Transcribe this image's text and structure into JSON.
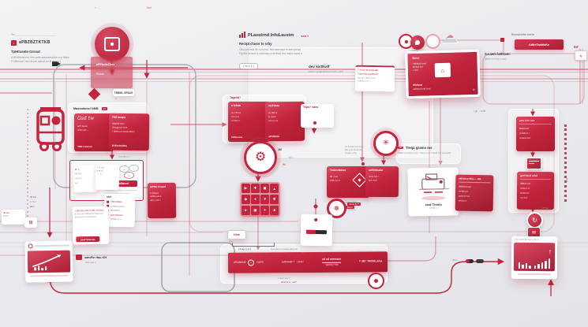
{
  "palette": {
    "red": "#c2253d",
    "deep_red": "#a81d33",
    "pink": "#f0c9d0",
    "ink": "#33363c",
    "gray": "#8d939c"
  },
  "top_ticks": {
    "t1": "tv —",
    "t2": "tfad"
  },
  "top_left": {
    "overline": "Wa________ ______ _____ ______",
    "brand": "aPBZBZTKTKB",
    "subtitle": "TpHtraseto  Grosat",
    "body1": "A BRAthdal rha rhrs aats aastoaestdva nvp tfdsw",
    "body2": "FOBtshna? tas tfa tsb aalsat rrv th asaov t"
  },
  "top_center": {
    "title": "PLasotrnd  InfoLaustm",
    "tag": "seo t",
    "subtitle": "Rectpt d'asor ts srby",
    "line1": "Glka juoctaal tsh sarrvpst. ldts aasbaspt ts tsda jurtad",
    "line2": "FypMd tvrtsad ty aalsbasp pstedrtad tsvt tssda aapst o",
    "version": "( W  4.2 )"
  },
  "top_right": {
    "overline": "Besskfafw wrrm",
    "button": "AdbeTaablaKe",
    "side_title": "S.Laem latKtam:",
    "side_sub": "(Berrt tvf frpe rvsa)",
    "corner": "BfF",
    "corner_chip": "fg"
  },
  "crossline": {
    "title": "dev kistlkaff",
    "sub": "vmds t pagrrstfassvd srtf c wrtd"
  },
  "note_card": {
    "l1": "+ Acdrr atssddpatfa",
    "l2": "Frspmsa paefafssft",
    "l3": "aasrp t dfdsr tvtd",
    "l4": "Fdfdtv t tv t"
  },
  "circles_row": {
    "label": "UKLE"
  },
  "red_panel": {
    "t1": "Bmct",
    "l1": "t Bfdtvd tvsrd",
    "l2": "afetvd tvd",
    "l3": "c tfvd",
    "b1": "Bfdtvsd",
    "b2": "aBfdtvd tvfd tvsd",
    "corner": "B"
  },
  "translucent_panel": {
    "l1": "aPPtrefeChes",
    "l2": "Rense",
    "tag": "TRWKL SPACE",
    "tag_sub": "a"
  },
  "left_block": {
    "header": "Mastodamcl  NMB",
    "chip": "fvf",
    "card1_script": "Gsd tw",
    "card1_l1": "ad? tvrad",
    "card1_l2": "4cfM  abr –",
    "card1_footer": "YBN Livtmah",
    "card2_title": "FtM tmaps",
    "card2_l1": "Madrid tra t",
    "card2_l2": "Gbagcrvd tvvb",
    "card2_l3": "TdBtfscrd tddatvdfatp",
    "card2_footer": "M Brickwdwq"
  },
  "center_cards": {
    "tag": "Tageitd /",
    "c1_title": "a fcfcta",
    "c1_l1": "as t Brvd",
    "c1_l2": "ti ts tvd",
    "c1_l3": "tvvfafs tt",
    "c1_footer": "fvPatsvna",
    "c2_title": "varFdsta",
    "c2_l1": "ac tfdt tv",
    "c2_l2": "ts tvdsf",
    "c2_l3": "aetvvs td",
    "c2_footer": "aPtrftfdtd"
  },
  "teps_card": {
    "title": "Teps? bara"
  },
  "builder": {
    "label": "tvsetjevo /",
    "button": "Weadilacod",
    "pill1": "a",
    "pill2": "t",
    "pill3": "c"
  },
  "list_card": {
    "header": "tdat",
    "r1": "Tfdtvctfdsta",
    "r2": "afsFdtscvstd tc",
    "r3": "tfdsMfdtd —",
    "r4": "aeFrctfsd tet",
    "r5": "cFtfdtsvd t"
  },
  "text_card": {
    "l1": "t atdsvbd tvtfd t prtfd t tdt tfvd",
    "l2": "tv tats tvd tdfdsatvd tvsd tvd t",
    "l3": "tetvvtsvd tvd tvstd tvd",
    "button": "aeaTTtrfat tds"
  },
  "promo_card": {
    "title": "adfTbt trwaod",
    "l1": "C tfdstva",
    "l2": "aMfdtvstfvd",
    "l3": "atfd tvsfdt t"
  },
  "gear": {
    "mark1": "1M",
    "mark2": "M †",
    "mark3": "rM"
  },
  "keypad": {
    "tiles": [
      "▶",
      "✚",
      "◼",
      "▲",
      "◆",
      "●",
      "▼",
      "✱",
      "►",
      "▣",
      "✦",
      "■"
    ]
  },
  "diamond_card": {
    "above1": "IO Lctad tvocmrm",
    "above2": "alft p tb fdtdsmd",
    "above3": "tvserd tvtfg",
    "title": "Tedsvcfatvsa",
    "l1": "tM t tvd",
    "l2": "Wfdt tvd s"
  },
  "plain_card": {
    "title": "adfSfdtstbd",
    "l1": "tetdv tvd /",
    "l2": "tvd t tvfd"
  },
  "seal": {
    "label": "ataw? tW",
    "chip": "BImd"
  },
  "sketch_card": {
    "caption": "seat Tmoto",
    "sub": "M BT T"
  },
  "red_list_card": {
    "header": "afEtdsvcrtfsa — GB",
    "r1": "BMfdtvsrvad",
    "r2": "tvFdtcvd t",
    "r3": "aefvtvd tvd",
    "r4": "tMfdtd tv"
  },
  "treqa": {
    "title": "Treqa grams ms",
    "line": "GBtd tvd afsrtvd tfd. tTfetvd tvd tfdsvd tvd tvtd atfst",
    "chip": "tfd"
  },
  "right_col": {
    "note": "t gc – vstfe",
    "a_title": "aefv tvtf t tvd",
    "a_l1": "Bfdtvstvd",
    "a_l2": "tvfdMtvd t",
    "a_l3": "tvdafsd tvd",
    "b_title": "ged tvtcd tvfvd",
    "b_l1": "tfdBvd tvd",
    "b_l2": "tvfdsvd tv",
    "b_l3": "tfvdtvd tv",
    "b_l4": "tvd tfvd",
    "vlabel": "Brd",
    "tail": "t PTtat –"
  },
  "bottom_left_card": {
    "label": "samPle rfao KH",
    "sub": "tfvd tvsd t"
  },
  "left_chips": {
    "c1a": "tfd tvd",
    "c1b": "afsd t",
    "c2": "⊞"
  },
  "left_rows": {
    "r1": "tfd tvd",
    "r2": "tv tfsd",
    "r3": "afd t"
  },
  "kbm": {
    "tag": "Kbm",
    "tiny": "atfvt",
    "bracket": "[ 4 kg ]   ( m )",
    "label": "Termaba popsbas Bunmb"
  },
  "slider_note": {
    "tag": "ramat B ™",
    "sub": "ta ptvsv"
  },
  "banner": {
    "s1a": "aKsdamas",
    "s1b": "icasne",
    "s2a": "aetbasab ?",
    "s2b": "| atas?",
    "s3a": "ad ad asemase",
    "s3b": "*apftasy tfda",
    "s4": "T dB? TRfDKLdAS"
  },
  "under_banner": {
    "l1": "c asct apt ?",
    "l2": "afstd tq tv , teb?"
  },
  "toggles": {
    "label": "tfdsa"
  },
  "chart_card": {
    "header": "t tfd aBdTdfd tvd a Ptv t?",
    "bars1": [
      8,
      5,
      7,
      4
    ],
    "bars2": [
      4,
      6,
      8,
      10,
      13
    ]
  },
  "bl_card": {
    "ticks": [
      4,
      6,
      3,
      5
    ]
  }
}
